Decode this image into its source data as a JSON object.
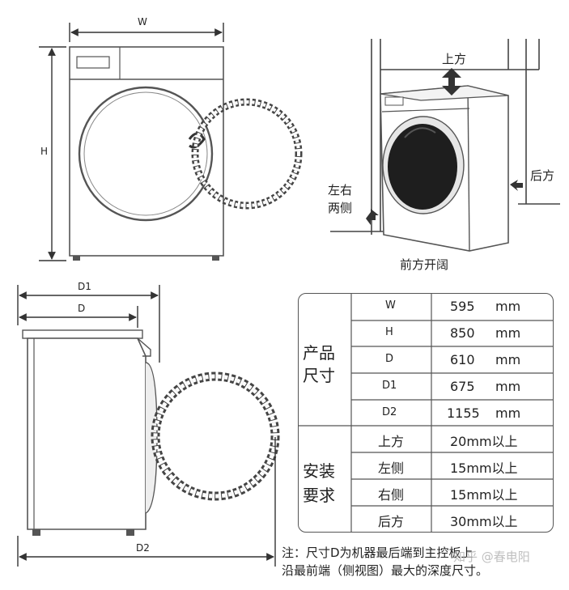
{
  "front_view": {
    "width_label": "W",
    "height_label": "H"
  },
  "install_view": {
    "top_label": "上方",
    "left_right_label": [
      "左右",
      "两侧"
    ],
    "back_label": "后方",
    "front_label": "前方开阔"
  },
  "side_view": {
    "d1_label": "D1",
    "d_label": "D",
    "d2_label": "D2"
  },
  "spec_table": {
    "size_group": [
      "产品",
      "尺寸"
    ],
    "size_rows": [
      {
        "name": "W",
        "value": "595",
        "unit": "mm"
      },
      {
        "name": "H",
        "value": "850",
        "unit": "mm"
      },
      {
        "name": "D",
        "value": "610",
        "unit": "mm"
      },
      {
        "name": "D1",
        "value": "675",
        "unit": "mm"
      },
      {
        "name": "D2",
        "value": "1155",
        "unit": "mm"
      }
    ],
    "install_group": [
      "安装",
      "要求"
    ],
    "install_rows": [
      {
        "name": "上方",
        "value": "20mm以上"
      },
      {
        "name": "左侧",
        "value": "15mm以上"
      },
      {
        "name": "右侧",
        "value": "15mm以上"
      },
      {
        "name": "后方",
        "value": "30mm以上"
      }
    ]
  },
  "note": [
    "注：尺寸D为机器最后端到主控板上",
    "沿最前端（侧视图）最大的深度尺寸。"
  ],
  "watermark": "知乎 @春电阳"
}
